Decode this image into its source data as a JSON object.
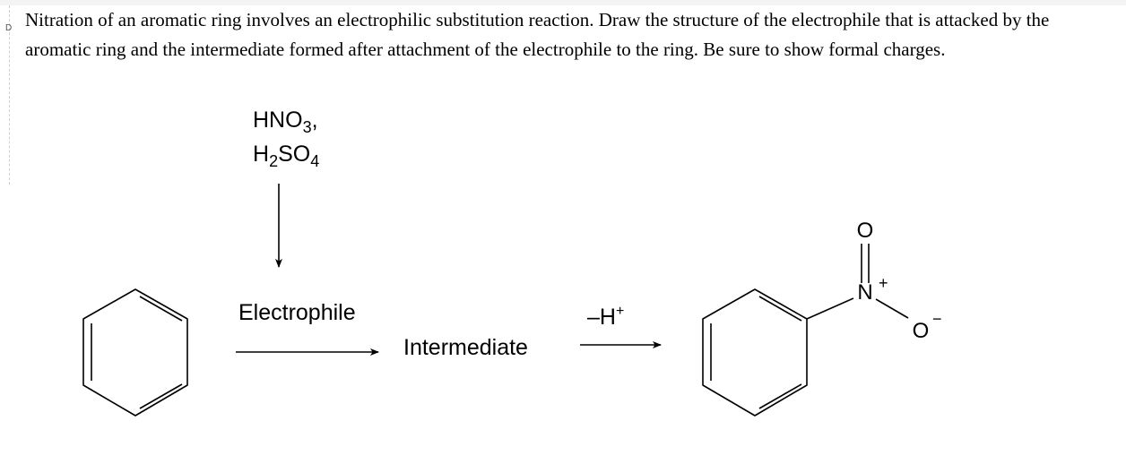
{
  "question": {
    "text": "Nitration of an aromatic ring involves an electrophilic substitution reaction. Draw the structure of the electrophile that is attacked by the aromatic ring and the intermediate formed after attachment of the electrophile to the ring. Be sure to show formal charges."
  },
  "gutter": {
    "marker": "D"
  },
  "scheme": {
    "reagent_line1": {
      "main": "HNO",
      "sub": "3",
      "tail": ","
    },
    "reagent_line2": {
      "h": "H",
      "sub2": "2",
      "so": "SO",
      "sub4": "4"
    },
    "step1_label": "Electrophile",
    "intermediate_label": "Intermediate",
    "step2_label": {
      "main": "–H",
      "sup": "+"
    },
    "product": {
      "oxygen_top": "O",
      "nitrogen": "N",
      "nitrogen_charge": "+",
      "oxygen_right": "O",
      "oxygen_charge": "−"
    }
  }
}
